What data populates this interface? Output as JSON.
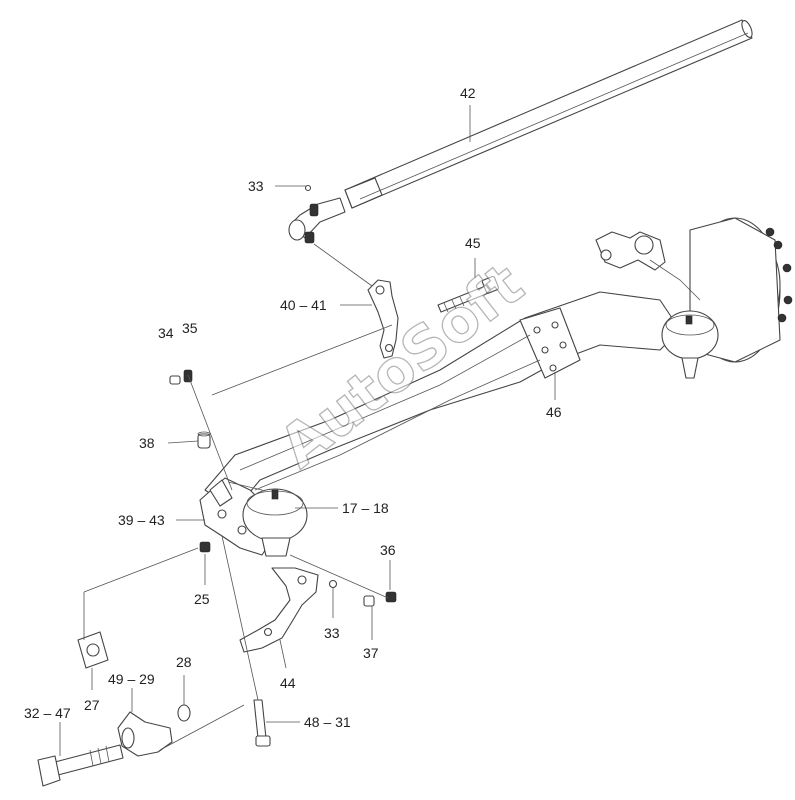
{
  "watermark": "AutoSoft",
  "callouts": {
    "c42": "42",
    "c33a": "33",
    "c45": "45",
    "c40_41": "40 – 41",
    "c34": "34",
    "c35": "35",
    "c46": "46",
    "c38": "38",
    "c17_18": "17 – 18",
    "c39_43": "39 – 43",
    "c36": "36",
    "c25": "25",
    "c33b": "33",
    "c37": "37",
    "c27": "27",
    "c28": "28",
    "c49_29": "49 – 29",
    "c44": "44",
    "c32_47": "32 – 47",
    "c48_31": "48 – 31"
  },
  "colors": {
    "line": "#444444",
    "text": "#222222",
    "background": "#ffffff"
  }
}
